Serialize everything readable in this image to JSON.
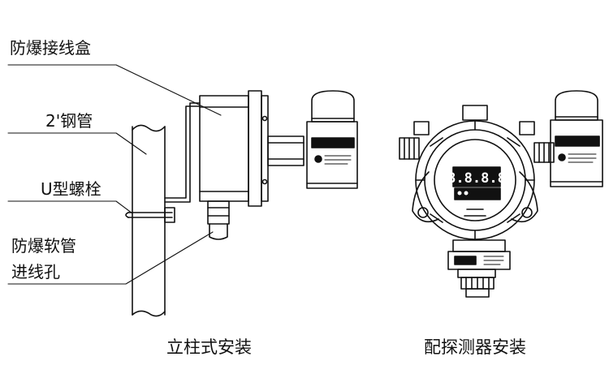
{
  "left_diagram": {
    "labels": {
      "junction_box": "防爆接线盒",
      "steel_pipe": "2'钢管",
      "u_bolt": "U型螺栓",
      "flex_hose_line1": "防爆软管",
      "flex_hose_line2": "进线孔"
    },
    "caption": "立柱式安装"
  },
  "right_diagram": {
    "caption": "配探测器安装",
    "display_digits": "8.8.8.8"
  }
}
